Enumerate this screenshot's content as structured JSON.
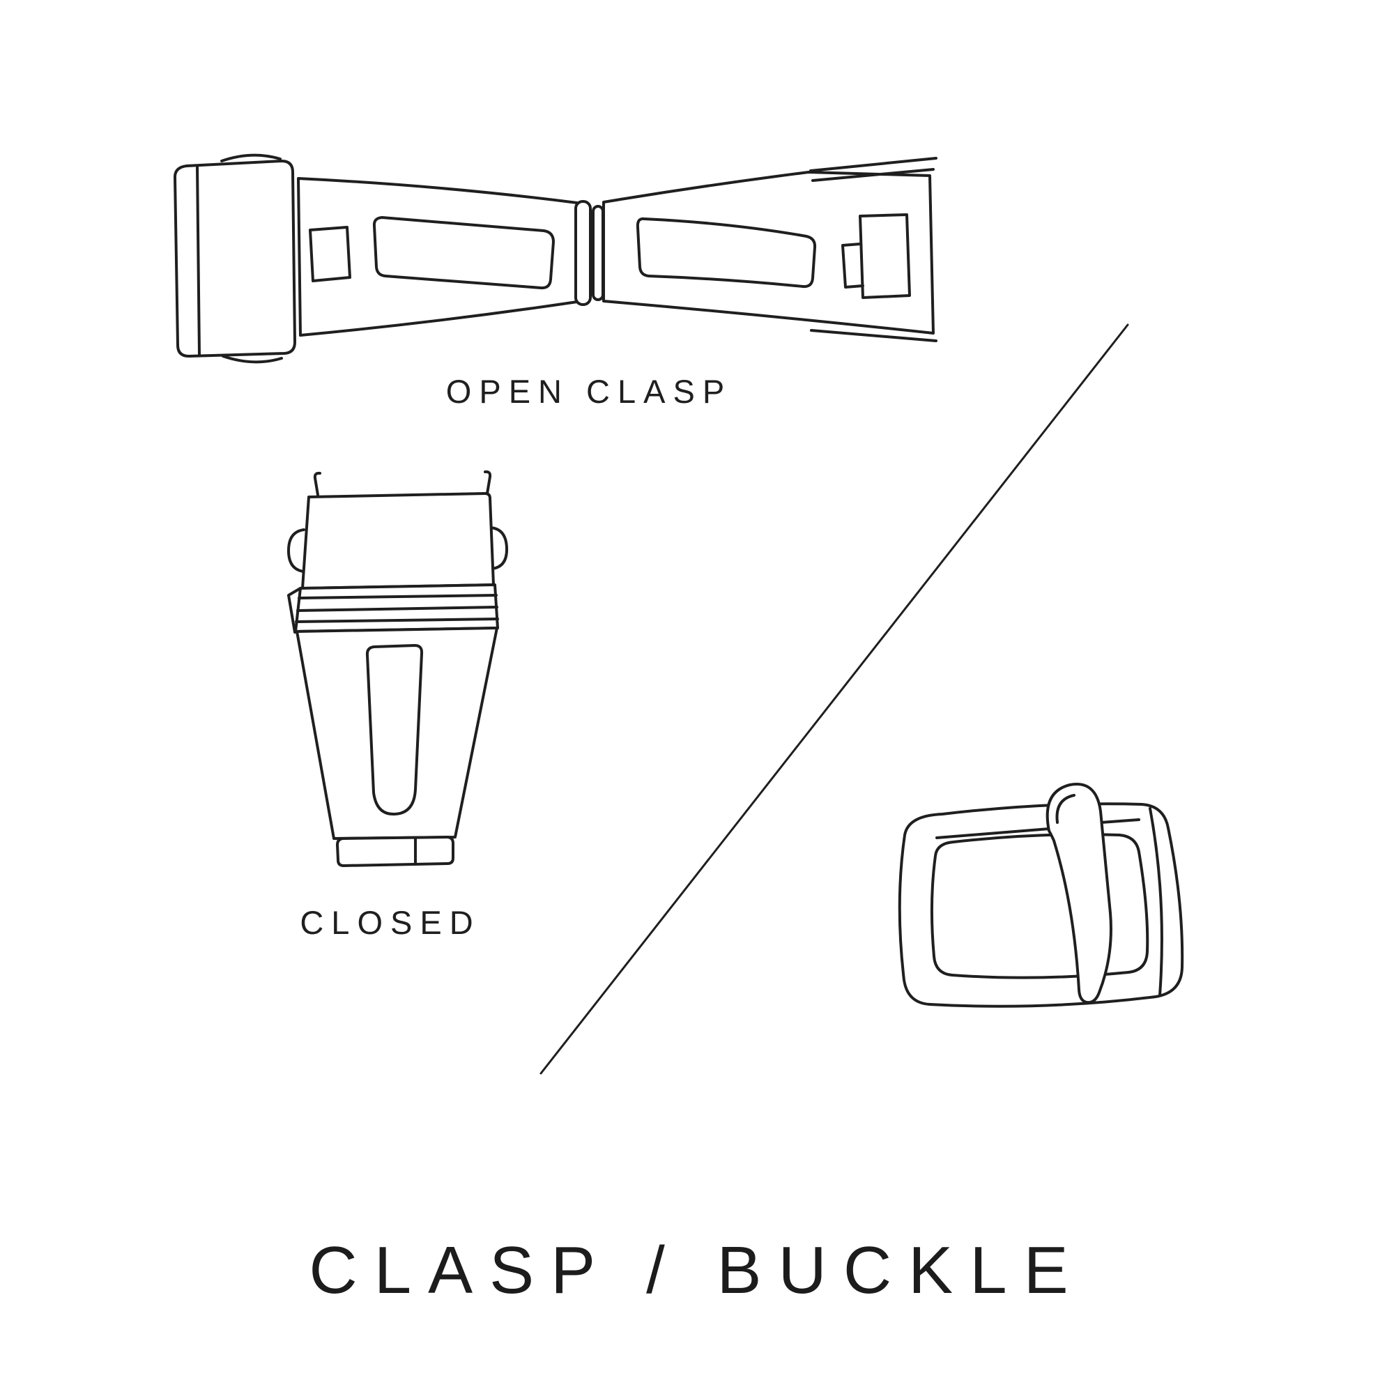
{
  "page": {
    "background_color": "#ffffff",
    "line_color": "#1f1f1f",
    "title": "CLASP / BUCKLE"
  },
  "figures": {
    "open_clasp": {
      "caption": "OPEN CLASP"
    },
    "closed_clasp": {
      "caption": "CLOSED"
    },
    "buckle": {
      "caption": ""
    }
  }
}
